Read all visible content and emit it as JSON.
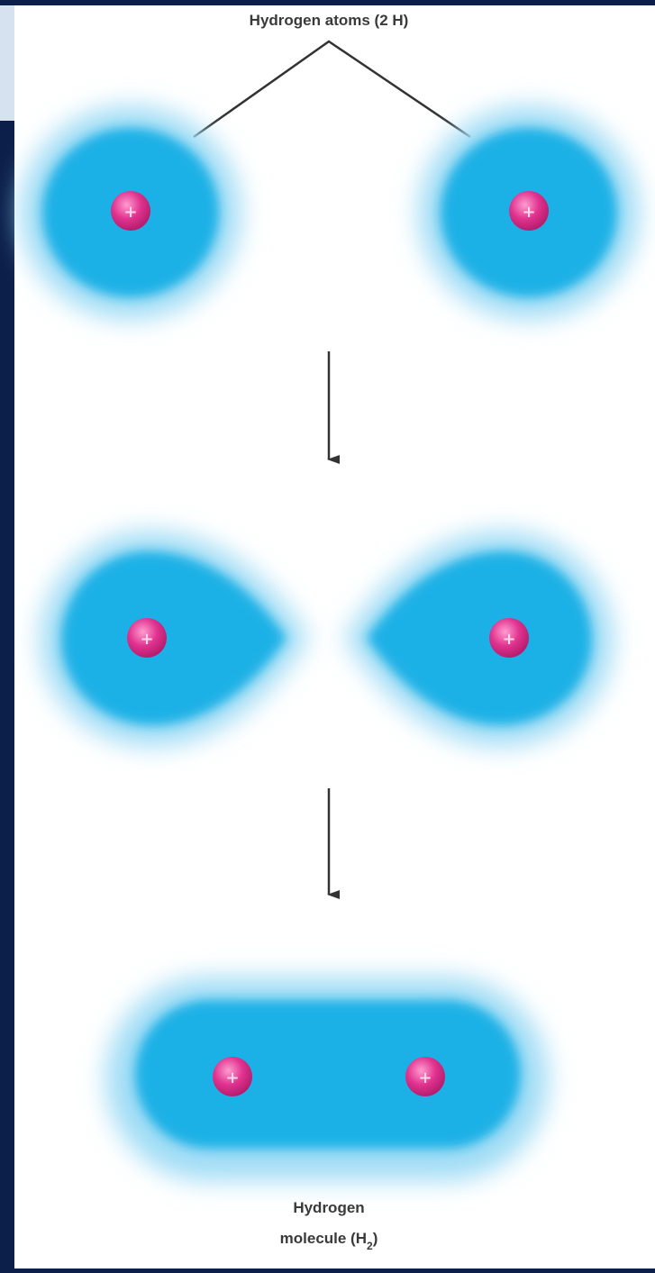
{
  "top_label": "Hydrogen atoms (2 H)",
  "bottom_label": {
    "line1": "Hydrogen",
    "line2_prefix": "molecule (H",
    "line2_subscript": "2",
    "line2_suffix": ")"
  },
  "proton_symbol": "+",
  "stages": [
    "separate atoms",
    "approaching atoms",
    "bonded molecule"
  ],
  "colors": {
    "electron_cloud": "#1fb1e6",
    "electron_cloud_edge": "#9fdcf5",
    "proton": "#e0338f",
    "proton_highlight": "#ff9cd0",
    "line": "#333333",
    "frame": "#0b1f4a"
  }
}
